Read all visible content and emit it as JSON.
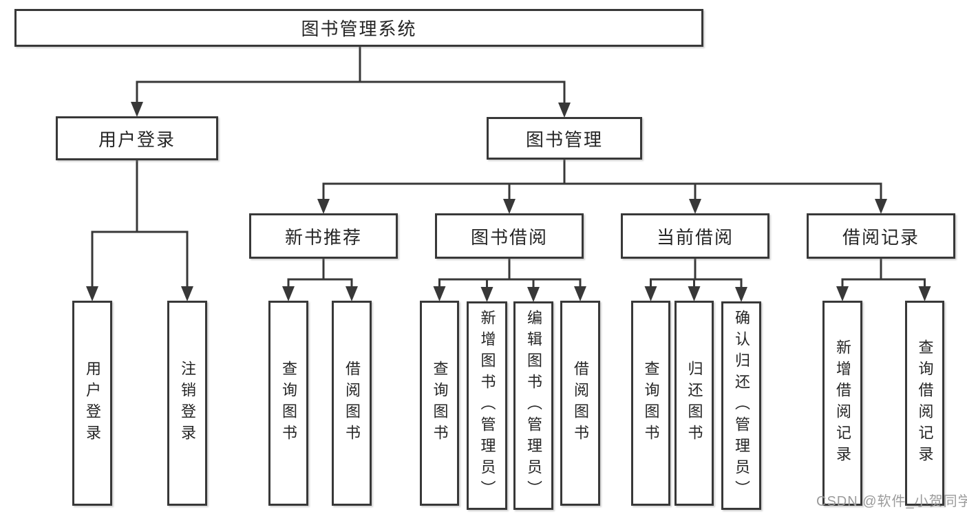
{
  "title": "图书管理系统",
  "nodes": {
    "root": {
      "label": "图书管理系统"
    },
    "user_login": {
      "label": "用户登录"
    },
    "book_mgmt": {
      "label": "图书管理"
    },
    "ul_login": {
      "label": "用户登录"
    },
    "ul_logout": {
      "label": "注销登录"
    },
    "rec": {
      "label": "新书推荐"
    },
    "rec_query": {
      "label": "查询图书"
    },
    "rec_borrow": {
      "label": "借阅图书"
    },
    "bor": {
      "label": "图书借阅"
    },
    "bor_query": {
      "label": "查询图书"
    },
    "bor_add": {
      "label": "新增图书（管理员）"
    },
    "bor_edit": {
      "label": "编辑图书（管理员）"
    },
    "bor_borrow": {
      "label": "借阅图书"
    },
    "cur": {
      "label": "当前借阅"
    },
    "cur_query": {
      "label": "查询图书"
    },
    "cur_return": {
      "label": "归还图书"
    },
    "cur_confirm": {
      "label": "确认归还（管理员）"
    },
    "rcd": {
      "label": "借阅记录"
    },
    "rcd_add": {
      "label": "新增借阅记录"
    },
    "rcd_query": {
      "label": "查询借阅记录"
    }
  },
  "structure": {
    "root": [
      "user_login",
      "book_mgmt"
    ],
    "user_login": [
      "ul_login",
      "ul_logout"
    ],
    "book_mgmt": [
      "rec",
      "bor",
      "cur",
      "rcd"
    ],
    "rec": [
      "rec_query",
      "rec_borrow"
    ],
    "bor": [
      "bor_query",
      "bor_add",
      "bor_edit",
      "bor_borrow"
    ],
    "cur": [
      "cur_query",
      "cur_return",
      "cur_confirm"
    ],
    "rcd": [
      "rcd_add",
      "rcd_query"
    ]
  },
  "watermark": {
    "text": "CSDN @软件_小贺同学",
    "color": "#9b9b9b"
  },
  "colors": {
    "line": "#383838",
    "border": "#383838",
    "text": "#252525",
    "background": "#ffffff",
    "watermark": "#9b9b9b"
  }
}
